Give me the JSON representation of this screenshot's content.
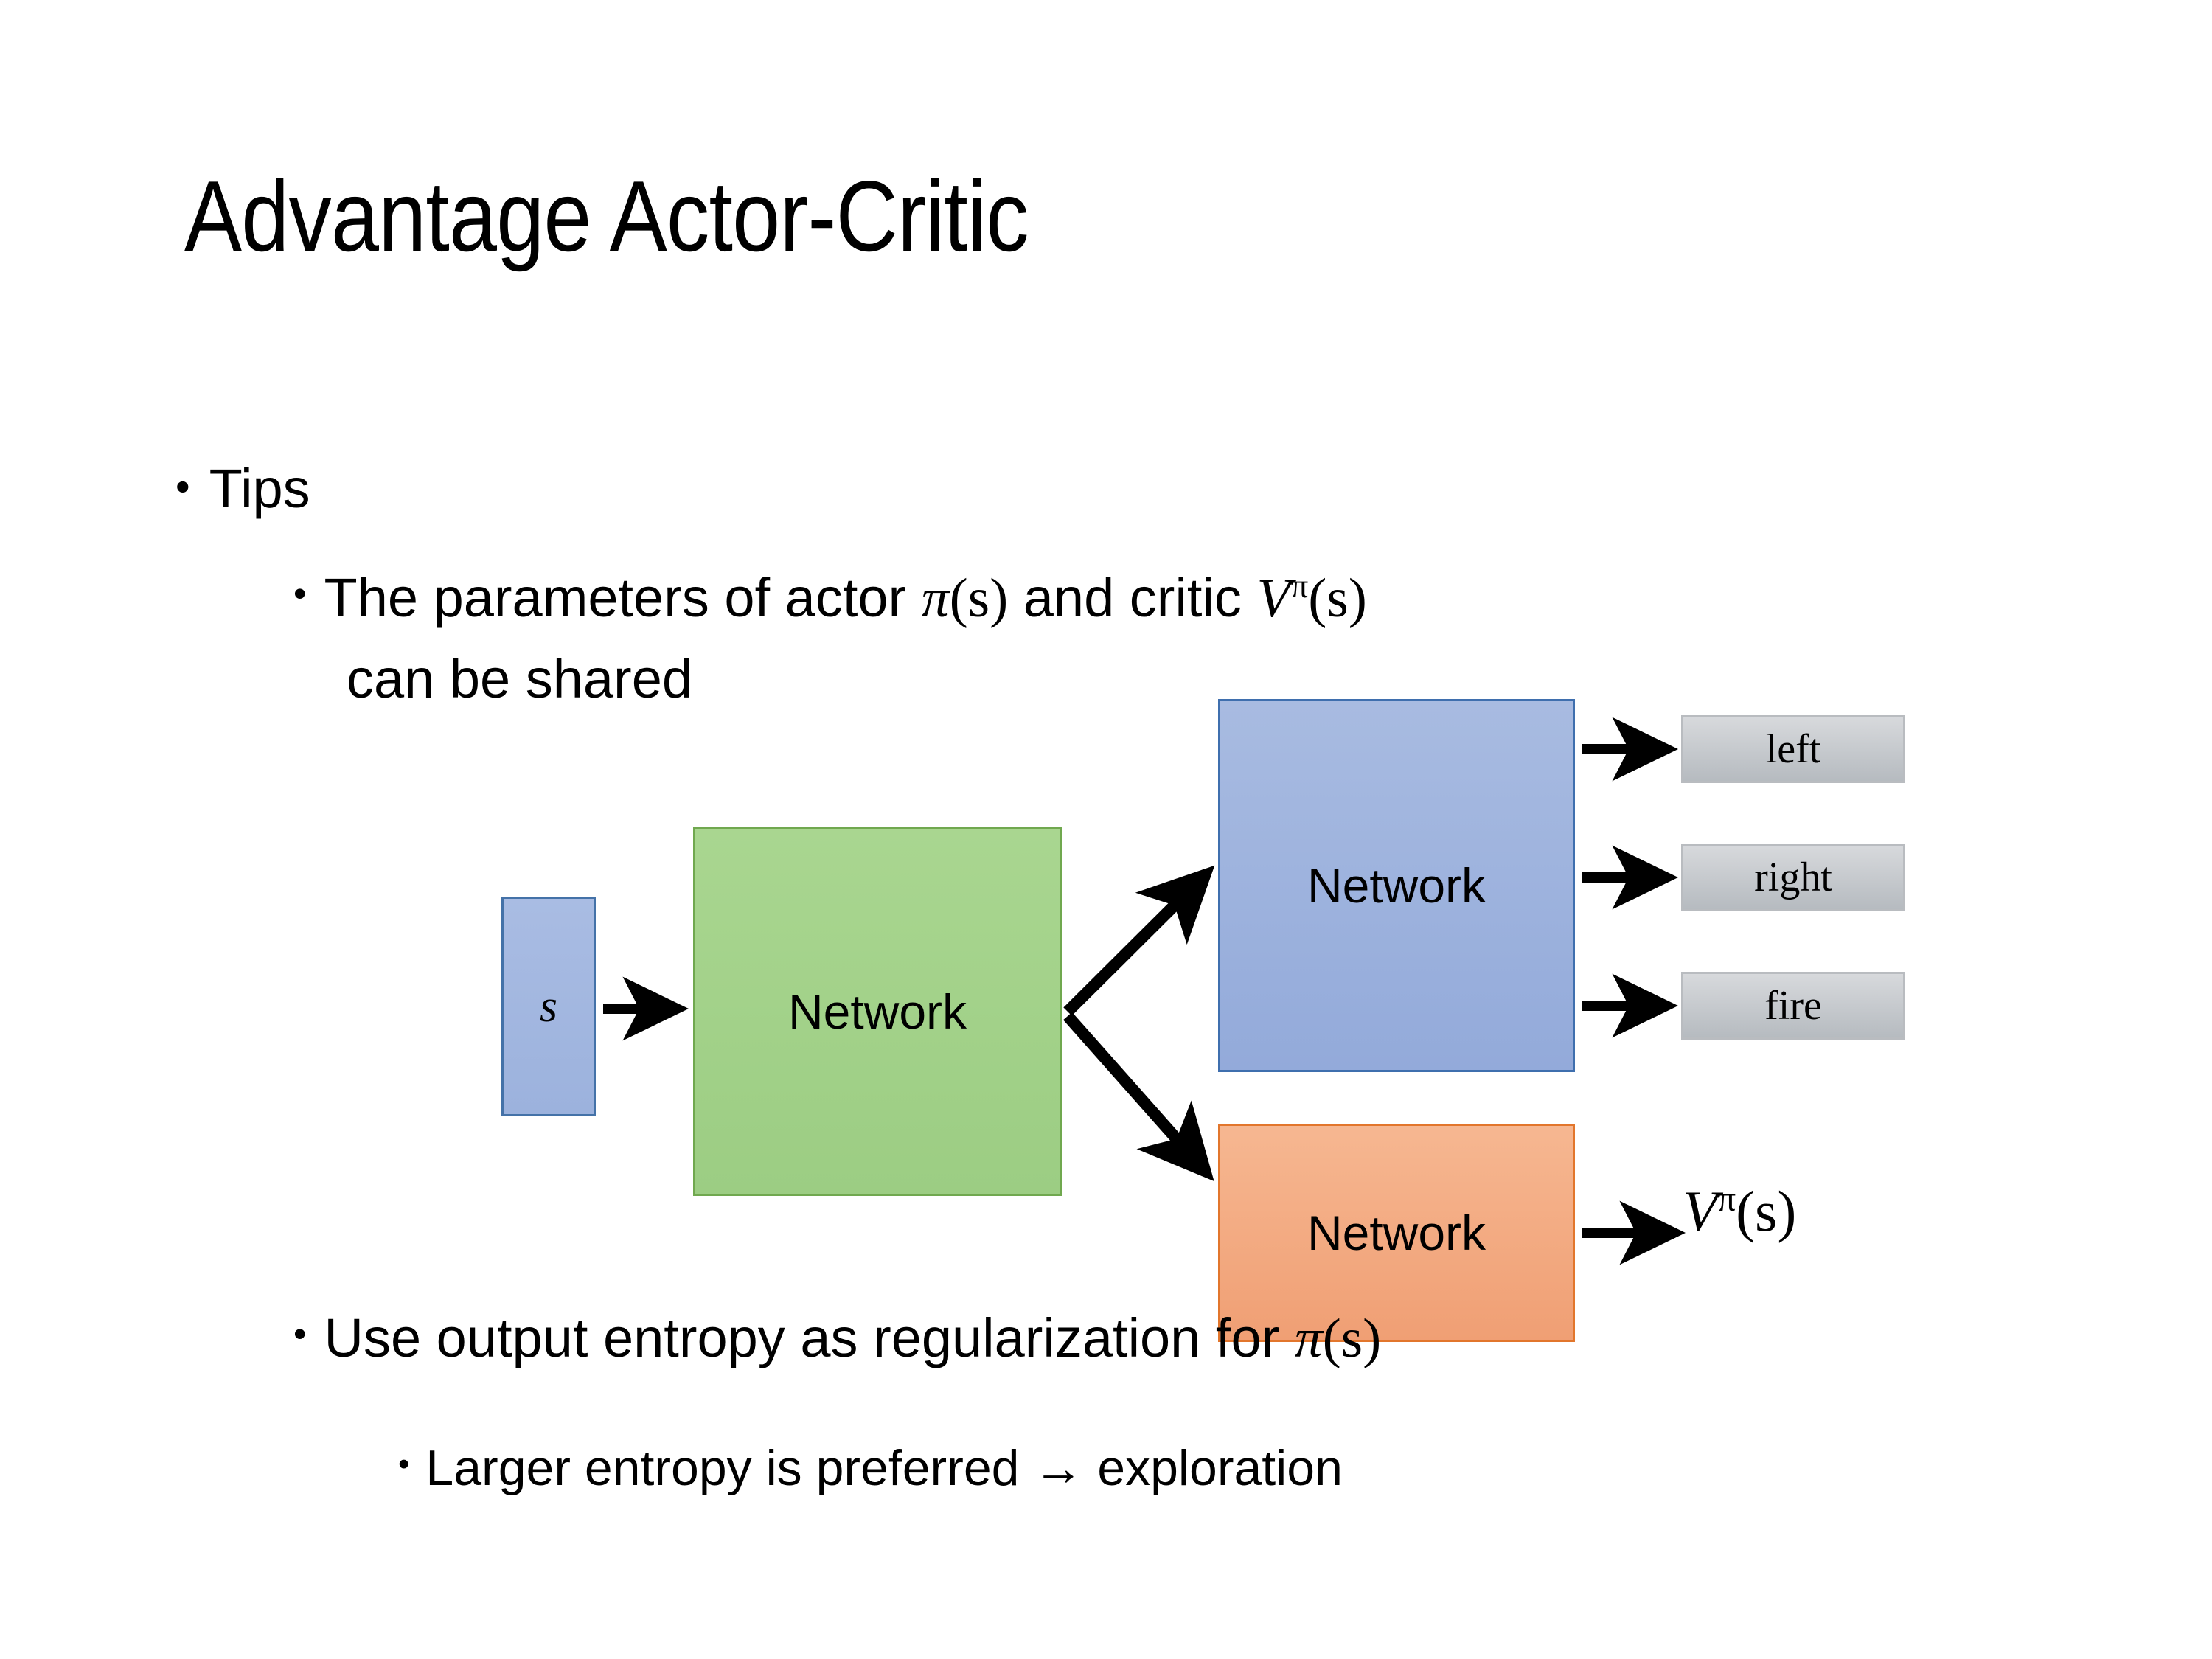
{
  "slide": {
    "title": "Advantage Actor-Critic",
    "background_color": "#ffffff",
    "text_color": "#000000"
  },
  "bullets": {
    "tips": {
      "marker": "•",
      "text": "Tips",
      "level": 1
    },
    "shared_params": {
      "marker": "•",
      "level": 2,
      "line1_prefix": "The parameters of actor ",
      "line1_math_actor_pi": "π",
      "line1_math_actor_args": "(s)",
      "line1_middle": "  and critic ",
      "line1_math_critic_V": "V",
      "line1_math_critic_sup": "π",
      "line1_math_critic_args": "(s)",
      "line2": "can be shared"
    },
    "entropy": {
      "marker": "•",
      "level": 2,
      "prefix": "Use output entropy as regularization for ",
      "math_pi": "π",
      "math_args": "(s)"
    },
    "larger_entropy": {
      "marker": "•",
      "level": 3,
      "text": "Larger entropy is preferred → exploration"
    }
  },
  "diagram": {
    "input_node": {
      "label": "s",
      "fill": "#9cb2dd",
      "border": "#4472a8"
    },
    "shared_node": {
      "label": "Network",
      "fill": "#9ccd83",
      "border": "#70a84f"
    },
    "actor_node": {
      "label": "Network",
      "fill": "#93aada",
      "border": "#3f6fae"
    },
    "critic_node": {
      "label": "Network",
      "fill": "#f09f74",
      "border": "#e2762c"
    },
    "action_outputs": [
      {
        "label": "left",
        "fill": "#c6cace",
        "border": "#b9bcc0"
      },
      {
        "label": "right",
        "fill": "#c6cace",
        "border": "#b9bcc0"
      },
      {
        "label": "fire",
        "fill": "#c6cace",
        "border": "#b9bcc0"
      }
    ],
    "critic_output": {
      "symbol": "V",
      "superscript": "π",
      "args": "(s)"
    },
    "arrow_color": "#000000"
  }
}
